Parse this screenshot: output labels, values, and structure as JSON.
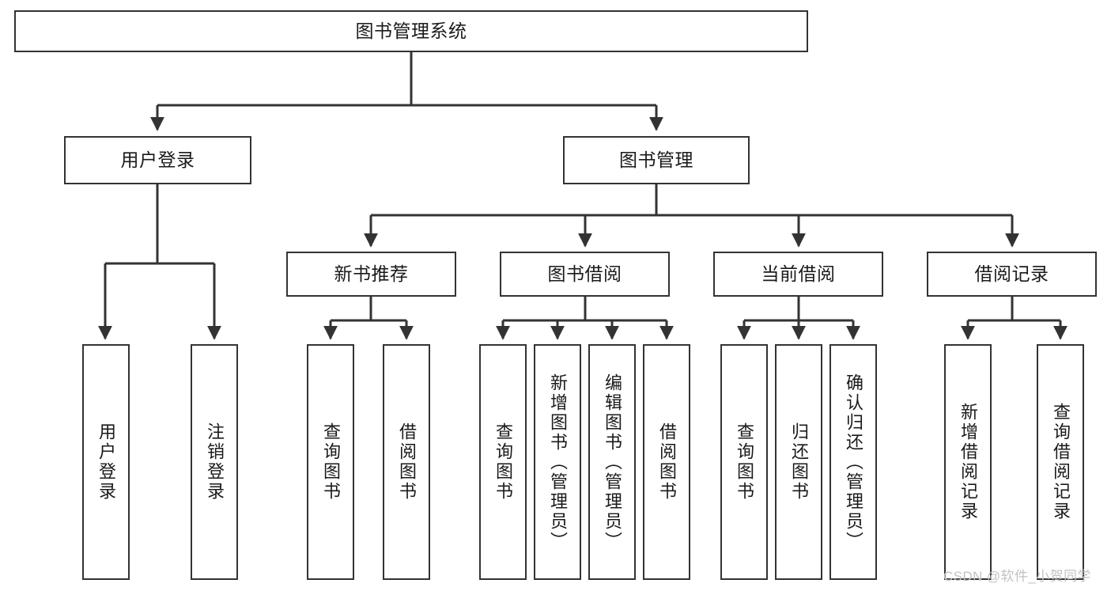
{
  "diagram": {
    "title": "图书管理系统",
    "type": "hierarchy-tree",
    "background_color": "#ffffff",
    "line_color": "#333333",
    "box_border_color": "#333333",
    "text_color": "#1a1a1a"
  },
  "nodes": {
    "root": {
      "label": "图书管理系统",
      "orientation": "horizontal"
    },
    "level2": [
      {
        "label": "用户登录",
        "orientation": "horizontal"
      },
      {
        "label": "图书管理",
        "orientation": "horizontal"
      }
    ],
    "level3": [
      {
        "label": "新书推荐",
        "orientation": "horizontal"
      },
      {
        "label": "图书借阅",
        "orientation": "horizontal"
      },
      {
        "label": "当前借阅",
        "orientation": "horizontal"
      },
      {
        "label": "借阅记录",
        "orientation": "horizontal"
      }
    ],
    "leaves_user_login": [
      {
        "label": "用户登录",
        "orientation": "vertical"
      },
      {
        "label": "注销登录",
        "orientation": "vertical"
      }
    ],
    "leaves_new_book": [
      {
        "label": "查询图书",
        "orientation": "vertical"
      },
      {
        "label": "借阅图书",
        "orientation": "vertical"
      }
    ],
    "leaves_book_borrow": [
      {
        "label": "查询图书",
        "orientation": "vertical"
      },
      {
        "label": "新增图书（管理员）",
        "orientation": "vertical"
      },
      {
        "label": "编辑图书（管理员）",
        "orientation": "vertical"
      },
      {
        "label": "借阅图书",
        "orientation": "vertical"
      }
    ],
    "leaves_current_borrow": [
      {
        "label": "查询图书",
        "orientation": "vertical"
      },
      {
        "label": "归还图书",
        "orientation": "vertical"
      },
      {
        "label": "确认归还（管理员）",
        "orientation": "vertical"
      }
    ],
    "leaves_borrow_record": [
      {
        "label": "新增借阅记录",
        "orientation": "vertical"
      },
      {
        "label": "查询借阅记录",
        "orientation": "vertical"
      }
    ]
  },
  "watermark": {
    "text": "CSDN @软件_小贺同学",
    "color": "#c2c2c2"
  }
}
